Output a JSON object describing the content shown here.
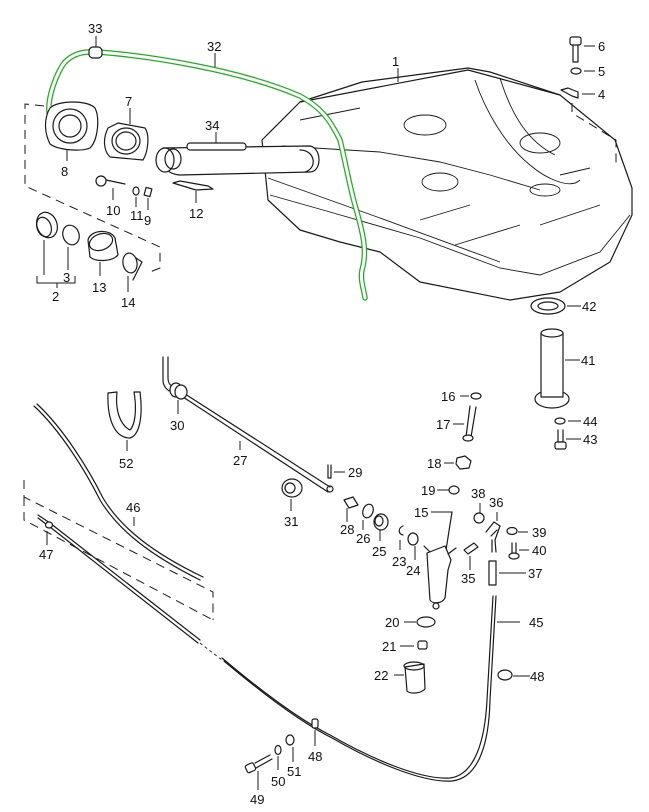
{
  "diagram": {
    "title": "Fuel tank exploded parts diagram",
    "highlight_color": "#22aa22",
    "highlighted_part": "32",
    "callouts": {
      "c1": "1",
      "c2": "2",
      "c3": "3",
      "c4": "4",
      "c5": "5",
      "c6": "6",
      "c7": "7",
      "c8": "8",
      "c9": "9",
      "c10": "10",
      "c11": "11",
      "c12": "12",
      "c13": "13",
      "c14": "14",
      "c15": "15",
      "c16": "16",
      "c17": "17",
      "c18": "18",
      "c19": "19",
      "c20": "20",
      "c21": "21",
      "c22": "22",
      "c23": "23",
      "c24": "24",
      "c25": "25",
      "c26": "26",
      "c27": "27",
      "c28": "28",
      "c29": "29",
      "c30": "30",
      "c31": "31",
      "c32": "32",
      "c33": "33",
      "c34": "34",
      "c35": "35",
      "c36": "36",
      "c37": "37",
      "c38": "38",
      "c39": "39",
      "c40": "40",
      "c41": "41",
      "c42": "42",
      "c43": "43",
      "c44": "44",
      "c45": "45",
      "c46": "46",
      "c47": "47",
      "c48a": "48",
      "c48b": "48",
      "c49": "49",
      "c50": "50",
      "c51": "51",
      "c52": "52"
    }
  }
}
